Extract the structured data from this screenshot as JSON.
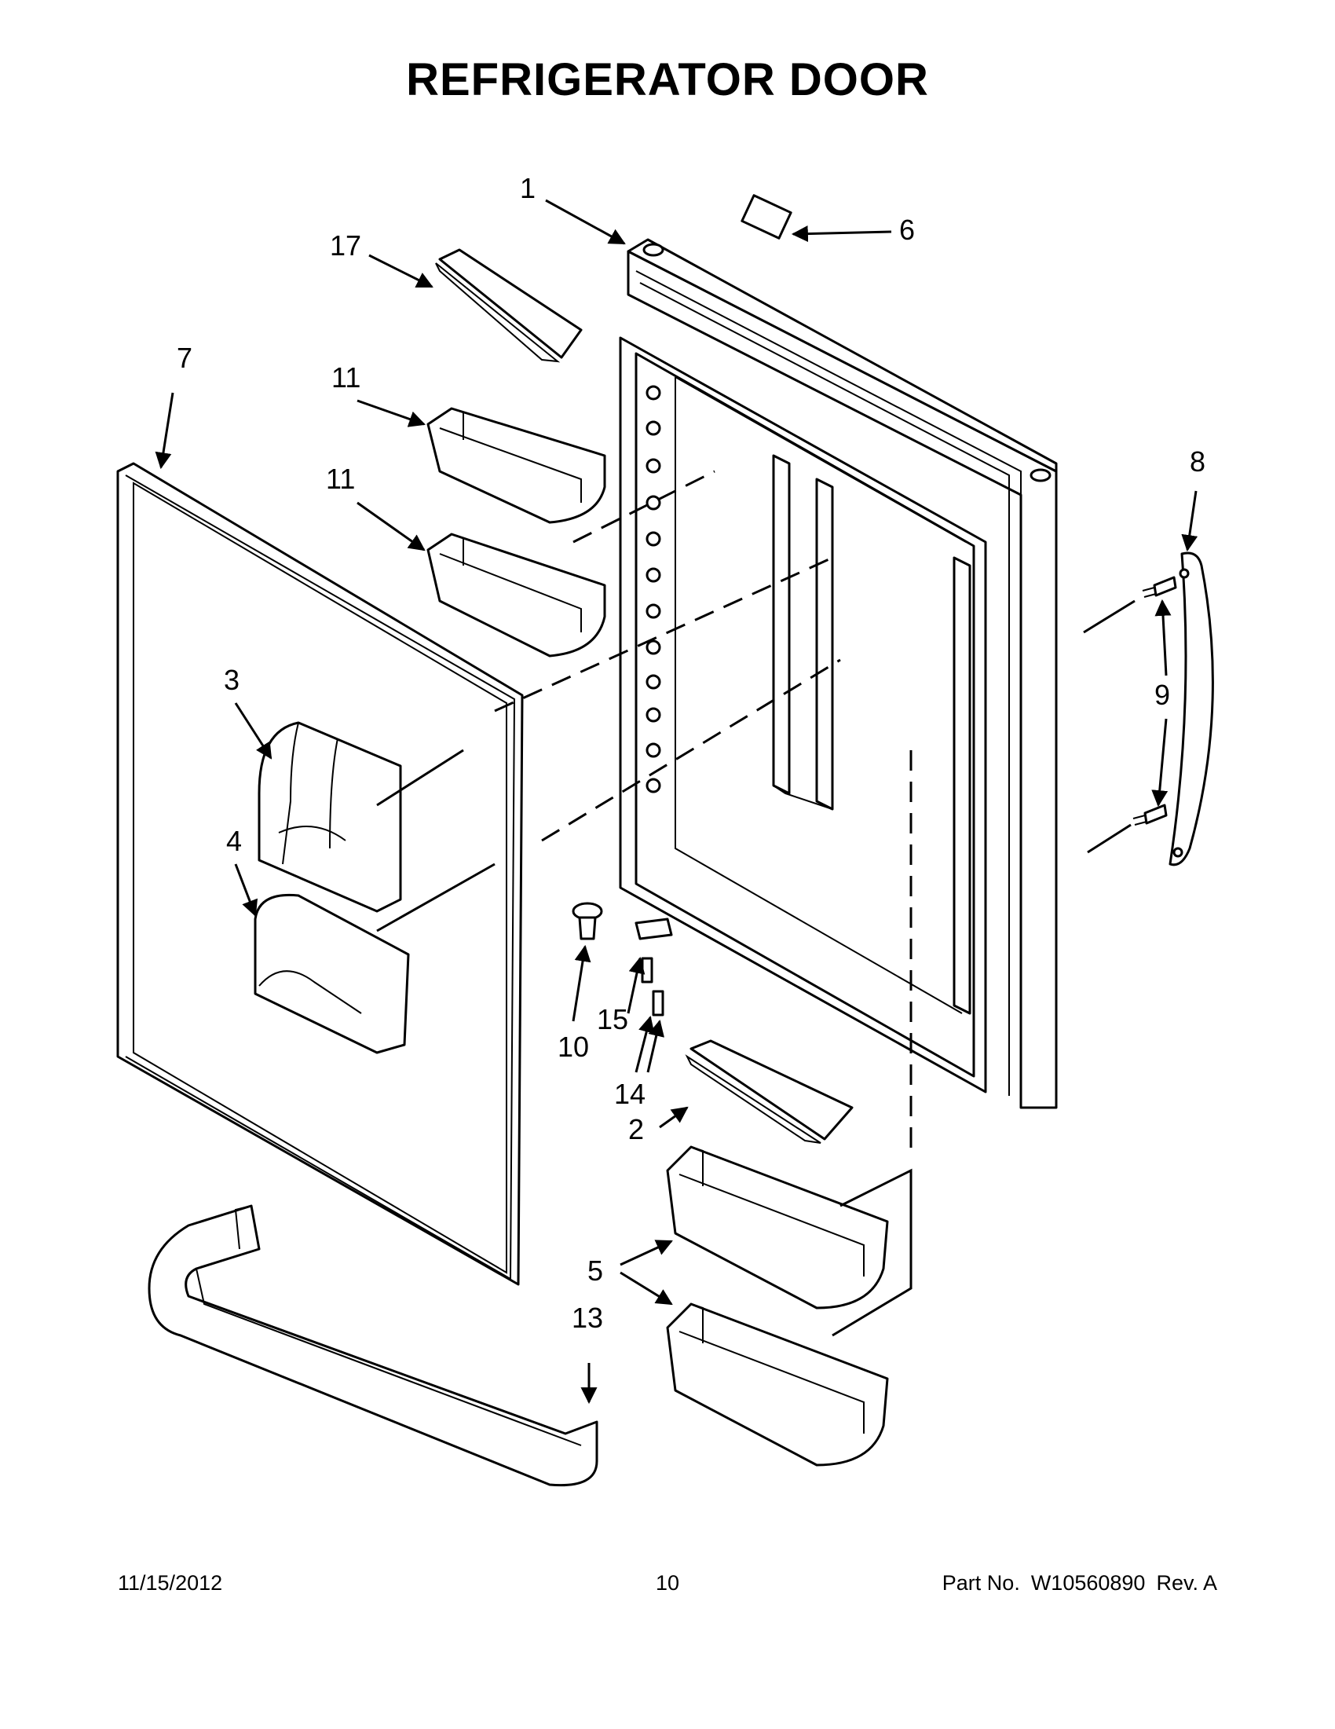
{
  "title": "REFRIGERATOR DOOR",
  "callouts": {
    "c1": "1",
    "c2": "2",
    "c3": "3",
    "c4": "4",
    "c5": "5",
    "c6": "6",
    "c7": "7",
    "c8": "8",
    "c9": "9",
    "c10": "10",
    "c11a": "11",
    "c11b": "11",
    "c13": "13",
    "c14": "14",
    "c15": "15",
    "c17": "17"
  },
  "footer": {
    "date": "11/15/2012",
    "page": "10",
    "part_label": "Part No.",
    "part_number": "W10560890",
    "revision": "Rev.  A"
  }
}
